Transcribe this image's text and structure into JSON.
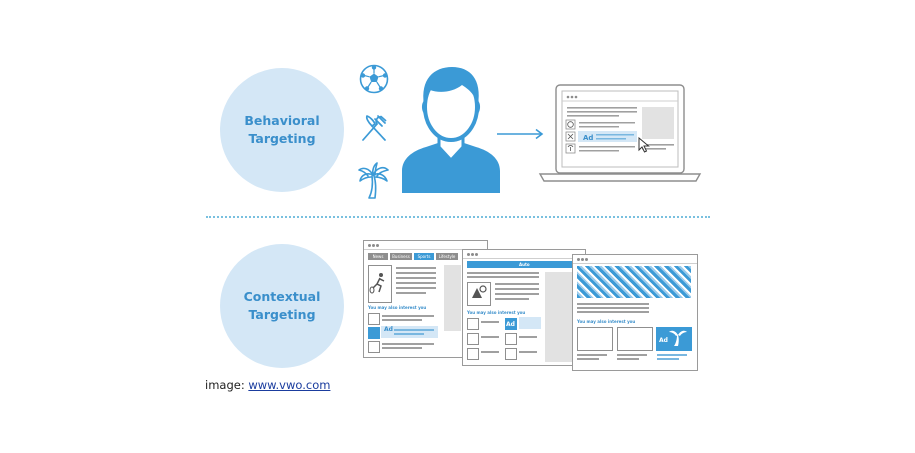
{
  "behavioral": {
    "label_line1": "Behavioral",
    "label_line2": "Targeting"
  },
  "contextual": {
    "label_line1": "Contextual",
    "label_line2": "Targeting"
  },
  "caption": {
    "prefix": "image: ",
    "link_text": "www.vwo.com"
  },
  "mockups": {
    "ad_label": "Ad",
    "tabs": [
      "News",
      "Business",
      "Sports",
      "Lifestyle"
    ],
    "auto_header": "Auto",
    "also_interest": "You may also interest you"
  },
  "colors": {
    "accent": "#3a8fcb",
    "circle_fill": "#d4e7f6",
    "person": "#3b9ad6"
  },
  "icons": [
    "soccer-ball-icon",
    "fork-knife-icon",
    "palm-tree-icon",
    "person-icon",
    "arrow-right-icon",
    "laptop-icon",
    "cursor-icon"
  ]
}
